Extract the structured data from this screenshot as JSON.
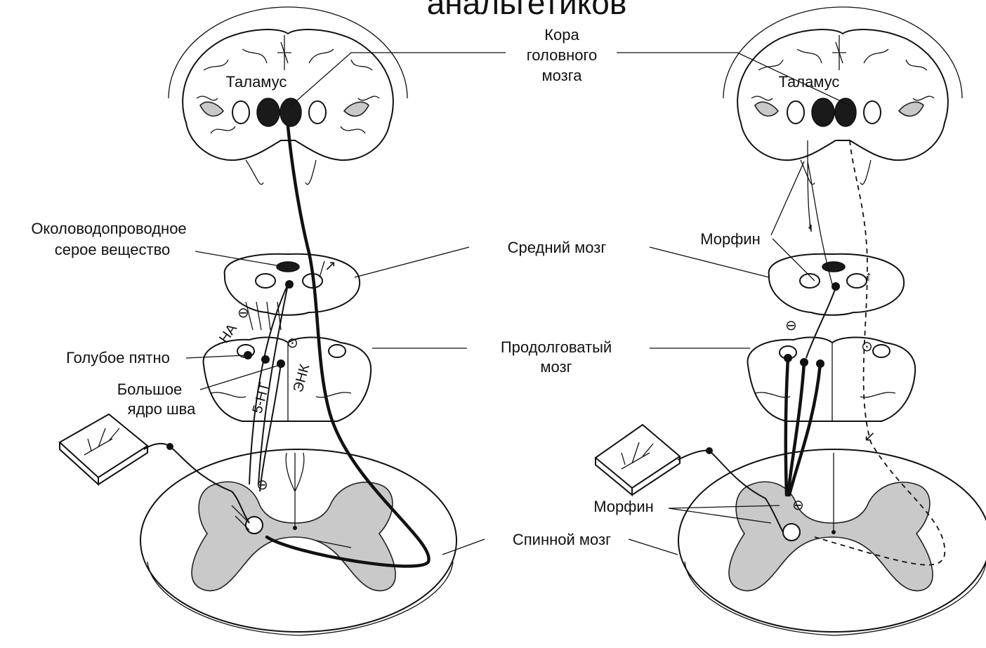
{
  "title": "анальгетиков",
  "labels": {
    "cortex_line1": "Кора",
    "cortex_line2": "головного",
    "cortex_line3": "мозга",
    "thalamus_left": "Таламус",
    "thalamus_right": "Таламус",
    "pag_line1": "Околоводопроводное",
    "pag_line2": "серое вещество",
    "midbrain": "Средний мозг",
    "morphine_top": "Морфин",
    "medulla_line1": "Продолговатый",
    "medulla_line2": "мозг",
    "locus": "Голубое пятно",
    "raphe_line1": "Большое",
    "raphe_line2": "ядро шва",
    "ha": "НА",
    "ht5": "5-НТ",
    "enk": "ЭНК",
    "morphine_bottom": "Морфин",
    "spinal": "Спинной мозг"
  }
}
